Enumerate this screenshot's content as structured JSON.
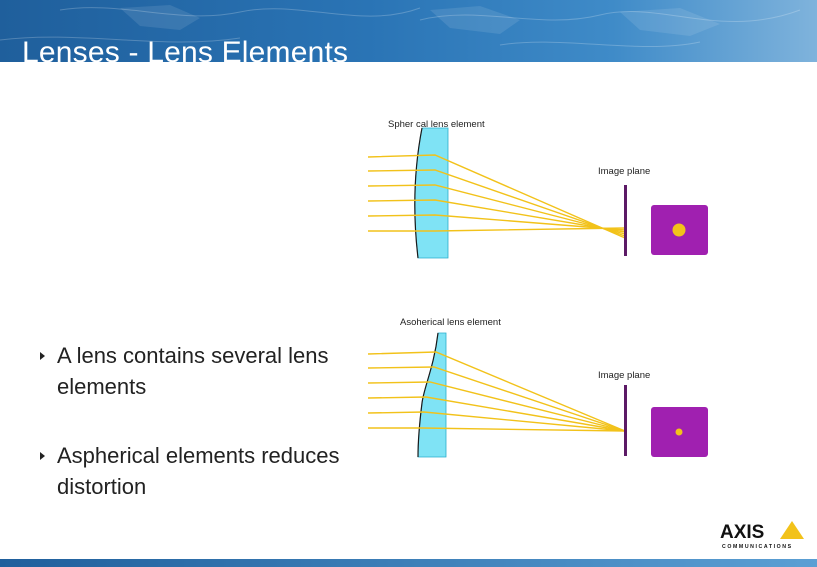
{
  "slide": {
    "title": "Lenses - Lens Elements",
    "bullets": [
      "A lens contains several lens elements",
      "Aspherical elements reduces distortion"
    ]
  },
  "diagrams": {
    "spherical": {
      "caption": "Spher cal lens element",
      "image_plane_label": "Image plane"
    },
    "aspherical": {
      "caption": "Asoherical lens element",
      "image_plane_label": "Image plane"
    }
  },
  "logo": {
    "wordmark": "AXIS",
    "tagline": "COMMUNICATIONS"
  },
  "colors": {
    "header_blue": "#2a74b5",
    "ray_yellow": "#f2c21a",
    "lens_cyan": "#7fe3f5",
    "image_plane_purple": "#5c1a66",
    "spot_magenta": "#a020b0"
  }
}
